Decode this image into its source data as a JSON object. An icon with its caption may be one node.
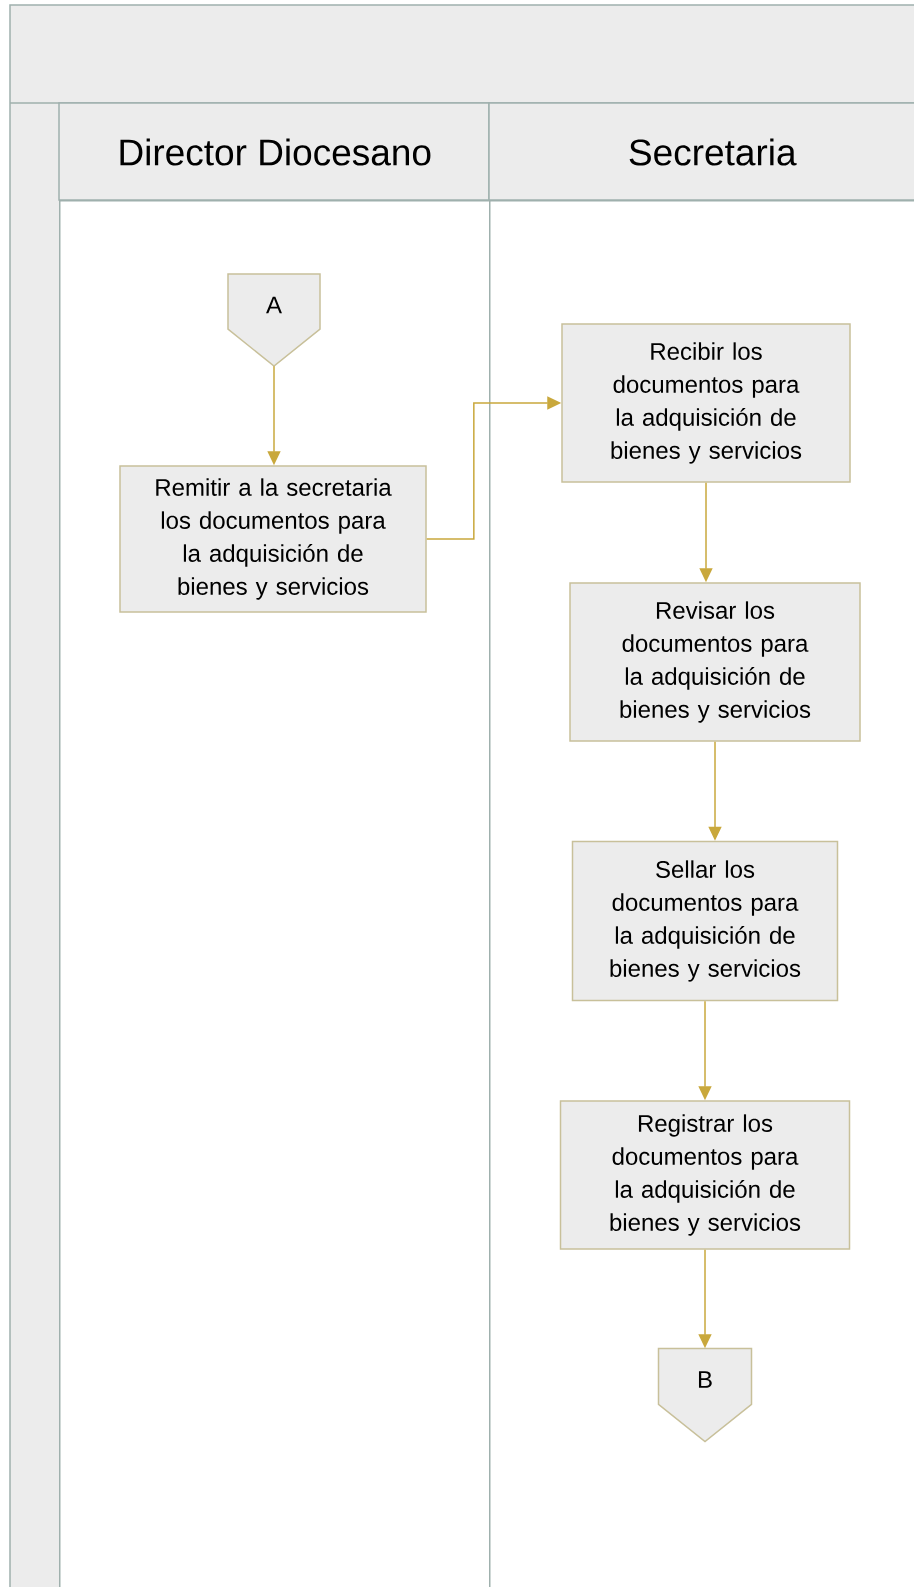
{
  "diagram": {
    "nodes": [
      {
        "text": [
          "Director Diocesano"
        ]
      },
      {
        "text": [
          "Secretaria"
        ]
      },
      {
        "text": [
          "A"
        ],
        "in": 0
      },
      {
        "text": [
          "Remitir a la secretaria los documentos para la adquisición de bienes y servicios"
        ],
        "in": 0
      },
      {
        "text": [
          "Recibir los documentos para la adquisición de bienes y servicios"
        ],
        "in": 1
      },
      {
        "text": [
          "Revisar los documentos para la adquisición de bienes y servicios"
        ],
        "in": 1
      },
      {
        "text": [
          "Sellar los documentos para la adquisición de bienes y servicios"
        ],
        "in": 1
      },
      {
        "text": [
          "Registrar los documentos para la adquisición de bienes y servicios"
        ],
        "in": 1
      },
      {
        "text": [
          "B"
        ],
        "in": 1
      }
    ],
    "edges": [
      {
        "from": 2,
        "to": 3,
        "arrow": "to"
      },
      {
        "from": 3,
        "to": 4,
        "arrow": "to"
      },
      {
        "from": 4,
        "to": 5,
        "arrow": "to"
      },
      {
        "from": 5,
        "to": 6,
        "arrow": "to"
      },
      {
        "from": 6,
        "to": 7,
        "arrow": "to"
      },
      {
        "from": 7,
        "to": 8,
        "arrow": "to"
      }
    ]
  }
}
